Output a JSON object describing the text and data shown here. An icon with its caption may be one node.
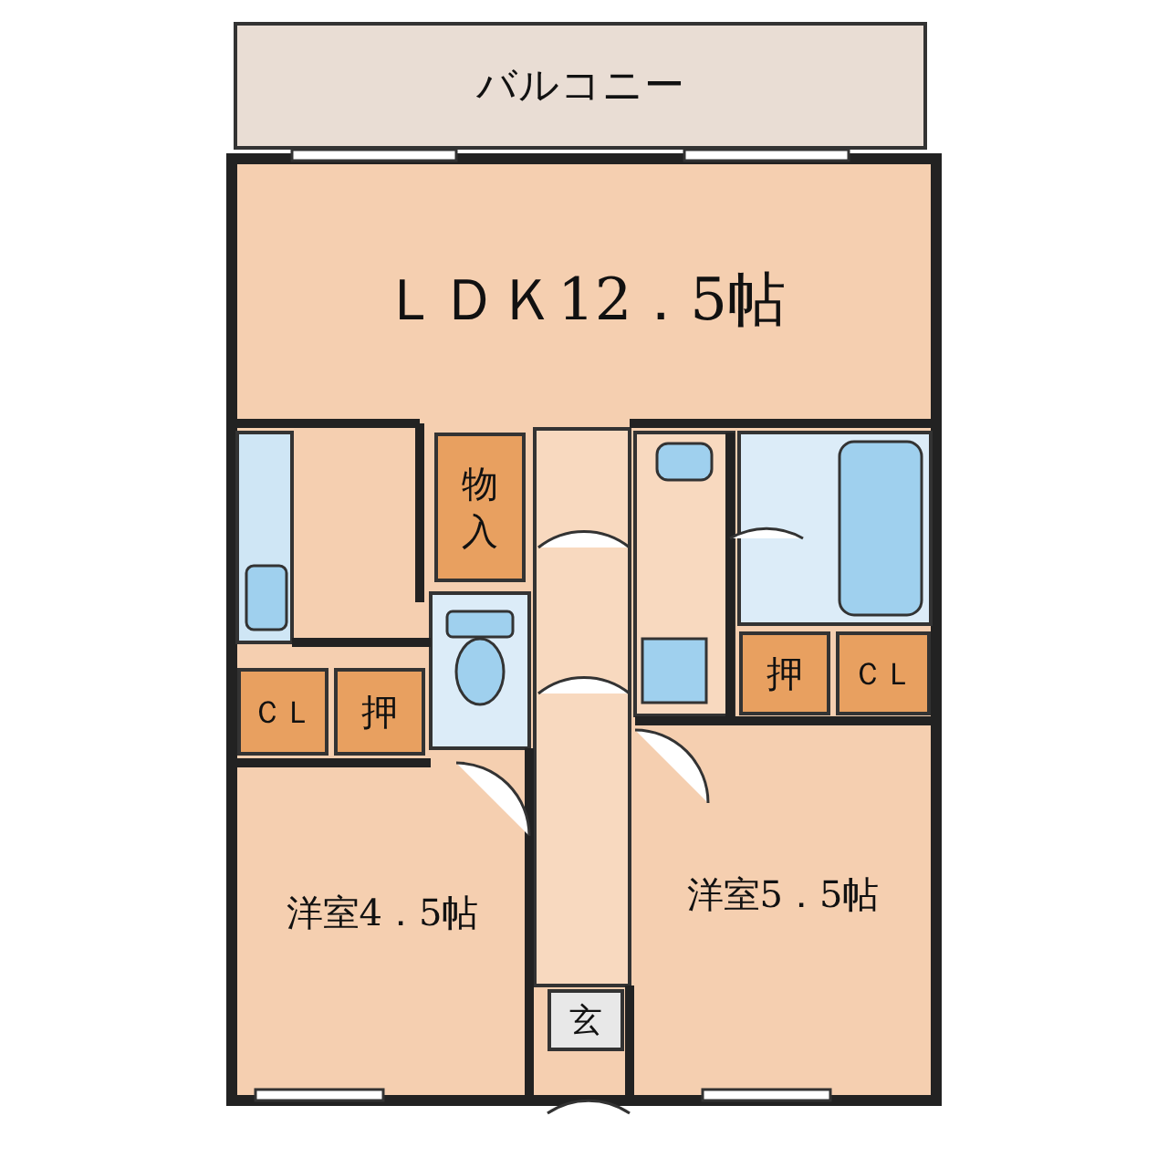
{
  "diagram": {
    "nodes": [
      {
        "text": [
          "バルコニー"
        ]
      },
      {
        "text": [
          "ＬＤＫ12．5帖"
        ]
      },
      {
        "text": [
          "物入"
        ]
      },
      {
        "text": [
          "ＣＬ"
        ]
      },
      {
        "text": [
          "押"
        ]
      },
      {
        "text": [
          "押"
        ]
      },
      {
        "text": [
          "ＣＬ"
        ]
      },
      {
        "text": [
          "洋室4．5帖"
        ]
      },
      {
        "text": [
          "洋室5．5帖"
        ]
      },
      {
        "text": [
          "玄"
        ]
      }
    ]
  }
}
